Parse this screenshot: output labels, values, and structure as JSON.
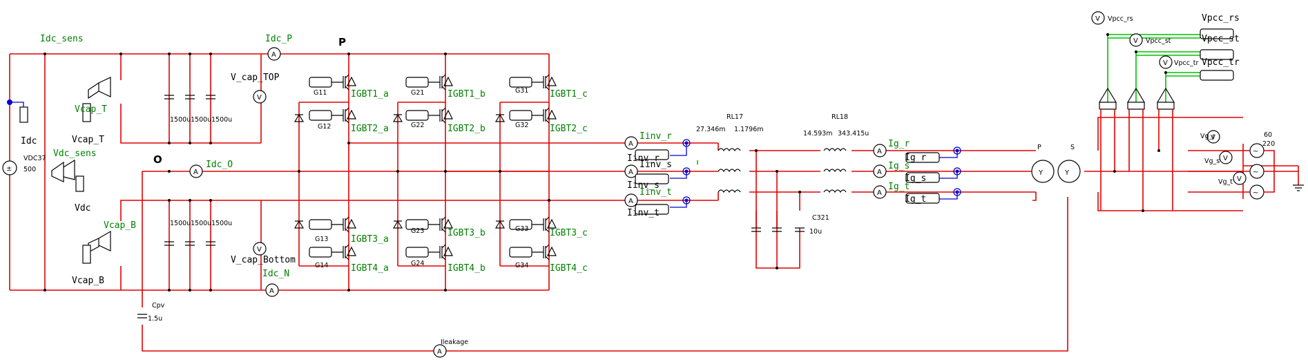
{
  "labels": {
    "idc_sens": "Idc_sens",
    "idc_p": "Idc_P",
    "node_p": "P",
    "v_cap_top": "V_cap_TOP",
    "vcap_t": "Vcap_T",
    "vcap_t2": "Vcap_T",
    "idc": "Idc",
    "vdc37": "VDC37",
    "vdc37_val": "500",
    "vdc_sens": "Vdc_sens",
    "vdc": "Vdc",
    "node_o": "O",
    "idc_o": "Idc_O",
    "vcap_b": "Vcap_B",
    "vcap_b2": "Vcap_B",
    "v_cap_bottom": "V_cap_Bottom",
    "idc_n": "Idc_N",
    "cpv": "Cpv",
    "cpv_val": "1.5u",
    "ileakage": "Ileakage",
    "c1": "1500u",
    "c2": "1500u",
    "c3": "1500u",
    "c4": "1500u",
    "c5": "1500u",
    "c6": "1500u",
    "g11": "G11",
    "g12": "G12",
    "g13": "G13",
    "g14": "G14",
    "g21": "G21",
    "g22": "G22",
    "g23": "G23",
    "g24": "G24",
    "g31": "G31",
    "g32": "G32",
    "g33": "G33",
    "g34": "G34",
    "igbt1_a": "IGBT1_a",
    "igbt2_a": "IGBT2_a",
    "igbt3_a": "IGBT3_a",
    "igbt4_a": "IGBT4_a",
    "igbt1_b": "IGBT1_b",
    "igbt2_b": "IGBT2_b",
    "igbt3_b": "IGBT3_b",
    "igbt4_b": "IGBT4_b",
    "igbt1_c": "IGBT1_c",
    "igbt2_c": "IGBT2_c",
    "igbt3_c": "IGBT3_c",
    "igbt4_c": "IGBT4_c",
    "iinv_r": "Iinv_r",
    "iinv_s": "Iinv_s",
    "iinv_t": "Iinv_t",
    "iinv_r2": "Iinv_r",
    "iinv_s2": "Iinv_s",
    "iinv_t2": "Iinv_t",
    "rl17": "RL17",
    "rl17_r": "27.346m",
    "rl17_l": "1.1796m",
    "rl18": "RL18",
    "rl18_r": "14.593m",
    "rl18_l": "343.415u",
    "c321": "C321",
    "c321_val": "10u",
    "ig_r": "Ig_r",
    "ig_s": "Ig_s",
    "ig_t": "Ig_t",
    "ig_r2": "Ig_r",
    "ig_s2": "Ig_s",
    "ig_t2": "Ig_t",
    "tf_p": "P",
    "tf_s": "S",
    "vpcc_rs": "Vpcc_rs",
    "vpcc_st": "Vpcc_st",
    "vpcc_tr": "Vpcc_tr",
    "vpcc_rs_s": "Vpcc_rs",
    "vpcc_st_s": "Vpcc_st",
    "vpcc_tr_s": "Vpcc_tr",
    "vg_r": "Vg_r",
    "vg_s": "Vg_s",
    "vg_t": "Vg_t",
    "freq": "60",
    "volt": "220"
  },
  "colors": {
    "wire": "#e00000",
    "sense": "#00c000",
    "probe": "#0000d0",
    "label": "#008000"
  }
}
